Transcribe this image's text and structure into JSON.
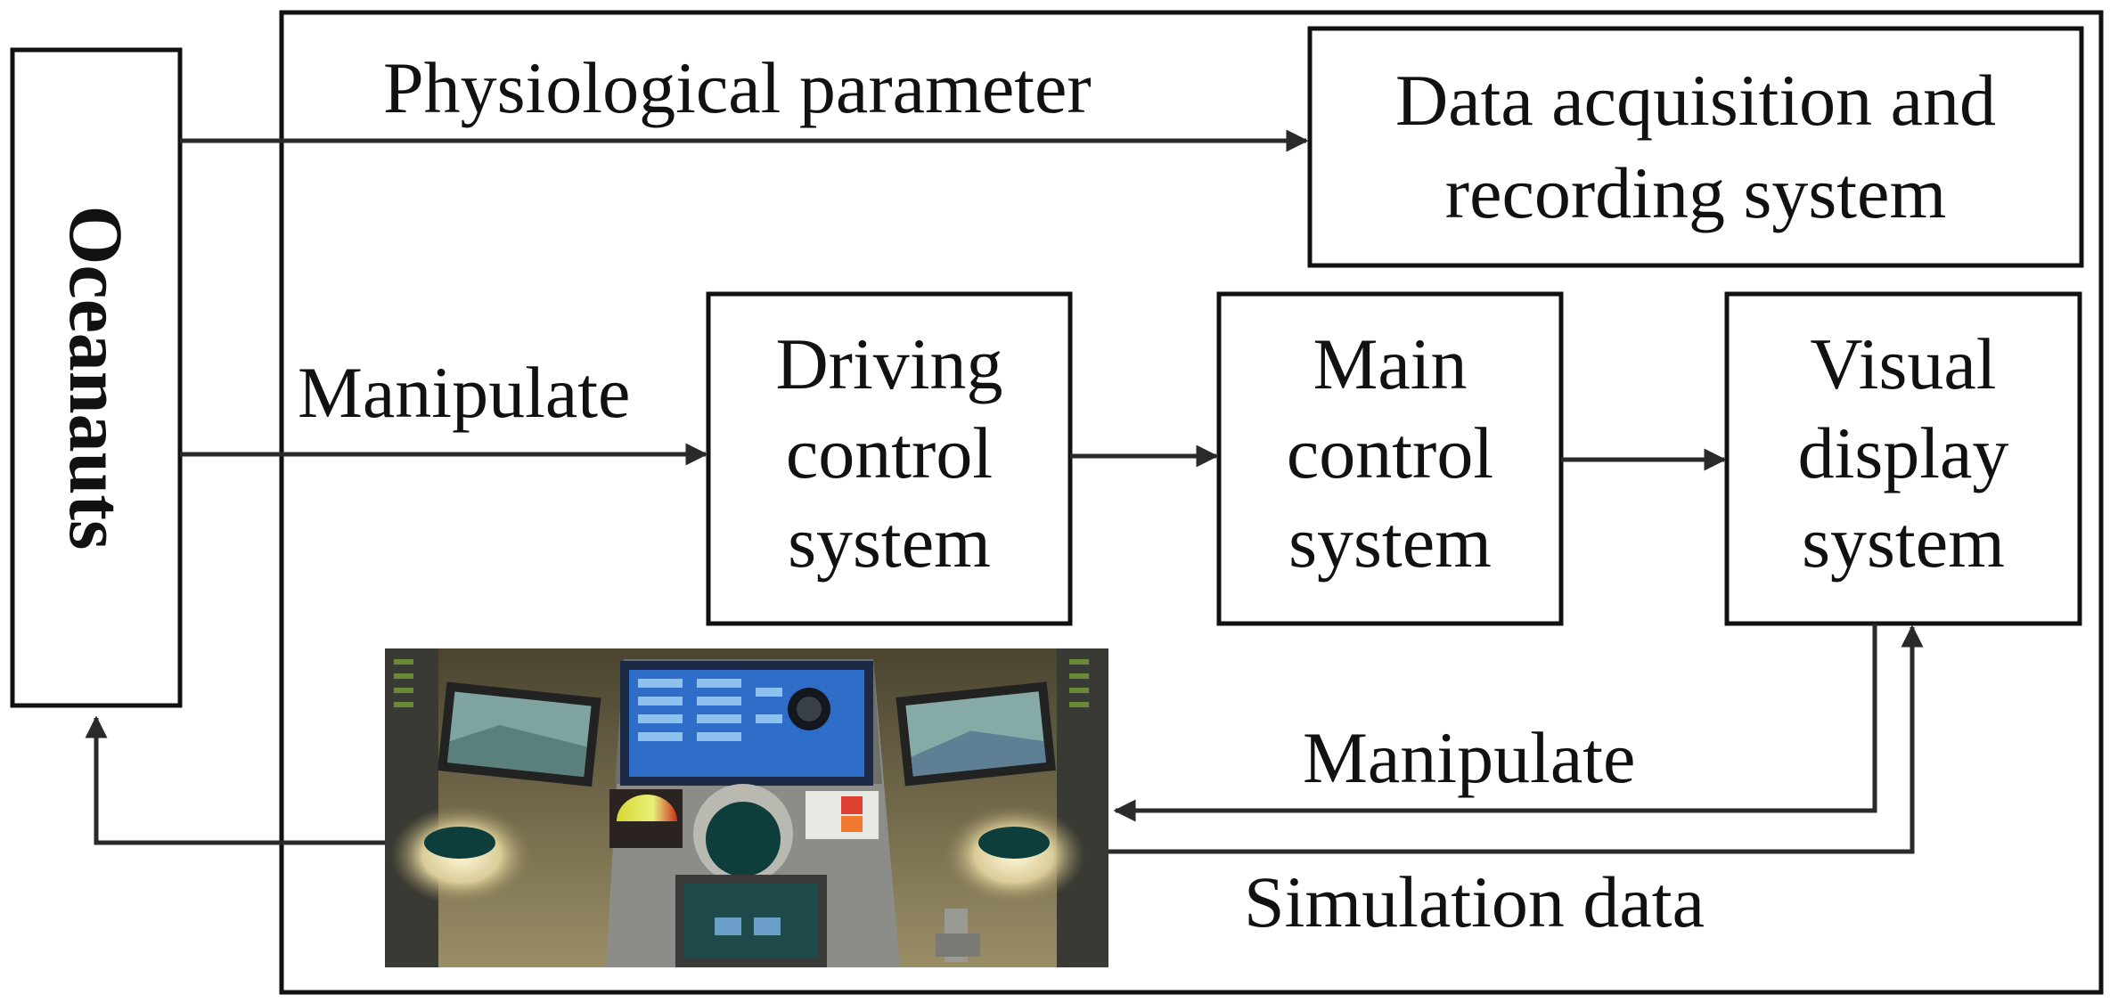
{
  "diagram": {
    "oceanauts": "Oceanauts",
    "data_acq": [
      "Data acquisition and",
      "recording system"
    ],
    "driving": [
      "Driving",
      "control",
      "system"
    ],
    "main_ctrl": [
      "Main",
      "control",
      "system"
    ],
    "visual": [
      "Visual",
      "display",
      "system"
    ],
    "edges": {
      "physiological": "Physiological parameter",
      "manipulate_top": "Manipulate",
      "manipulate_bottom": "Manipulate",
      "simulation": "Simulation data"
    }
  }
}
